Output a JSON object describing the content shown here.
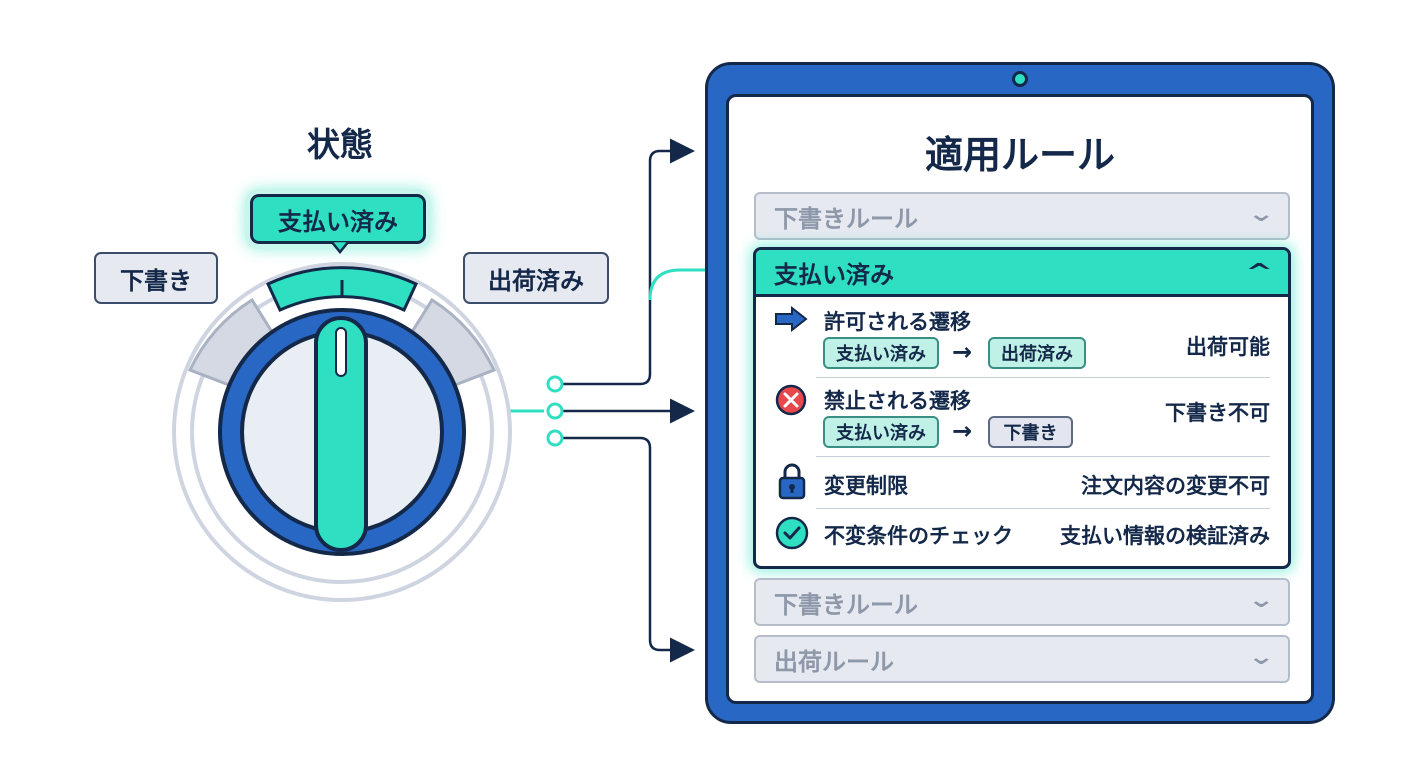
{
  "state": {
    "title": "状態",
    "current": "支払い済み",
    "prev": "下書き",
    "next": "出荷済み"
  },
  "panel": {
    "title": "適用ルール",
    "collapsed_top": "下書きルール",
    "collapsed_bottom": [
      "下書きルール",
      "出荷ルール"
    ],
    "open": {
      "title": "支払い済み",
      "rules": [
        {
          "icon": "arrow-right-icon",
          "label": "許可される遷移",
          "from": "支払い済み",
          "to": "出荷済み",
          "value": "出荷可能"
        },
        {
          "icon": "x-circle-icon",
          "label": "禁止される遷移",
          "from": "支払い済み",
          "to": "下書き",
          "value": "下書き不可"
        },
        {
          "icon": "lock-icon",
          "label": "変更制限",
          "value": "注文内容の変更不可"
        },
        {
          "icon": "check-circle-icon",
          "label": "不変条件のチェック",
          "value": "支払い情報の検証済み"
        }
      ]
    }
  },
  "colors": {
    "accent": "#2fdfc2",
    "primary": "#2868c4",
    "ink": "#14284a",
    "muted": "#e6e9f0"
  }
}
